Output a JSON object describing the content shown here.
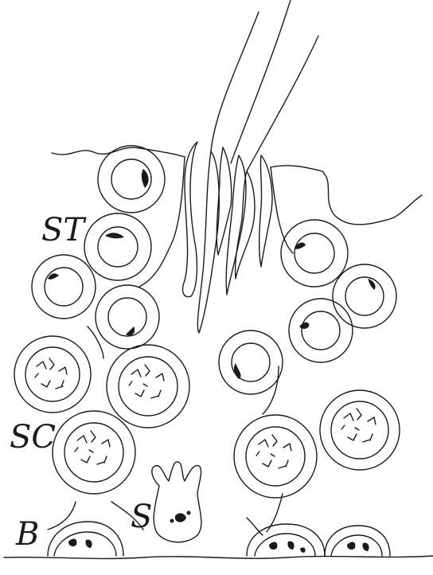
{
  "labels": {
    "spermatids": "ST",
    "spermatocytes": "SC",
    "sertoli": "S",
    "basal": "B"
  },
  "colors": {
    "ink": "#1a1a1a",
    "background": "#ffffff"
  }
}
